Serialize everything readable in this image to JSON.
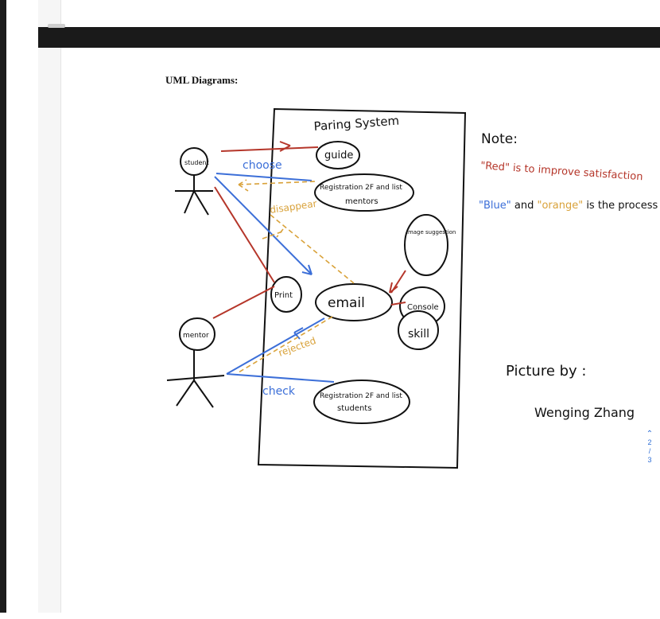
{
  "document": {
    "heading": "UML Diagrams:"
  },
  "diagram": {
    "system_title": "Paring System",
    "actors": [
      "student",
      "mentor"
    ],
    "use_cases": {
      "guide": "guide",
      "registration_mentors_line1": "Registration 2F and list",
      "registration_mentors_line2": "mentors",
      "email": "email",
      "print": "Print",
      "image_suggestion": "image suggestion",
      "console_skill_line1": "Console",
      "console_skill_line2": "skill",
      "registration_students_line1": "Registration 2F and list",
      "registration_students_line2": "students"
    },
    "edge_labels": {
      "choose": "choose",
      "disappear": "disappear",
      "rejected": "rejected",
      "check": "check"
    },
    "note": {
      "title": "Note:",
      "line_red_a": "\"Red\"",
      "line_red_b": " is to improve satisfaction",
      "line_blue": "\"Blue\"",
      "line_and": " and ",
      "line_orange": "\"orange\"",
      "line_rest": " is the process"
    },
    "credit": {
      "line1": "Picture by :",
      "line2": "Wenging Zhang"
    },
    "colors": {
      "ink": "#111111",
      "red": "#b5362a",
      "blue": "#3c6fd8",
      "orange": "#d9a23a"
    }
  },
  "pager": {
    "up_icon": "chevron-up-icon",
    "current": "2",
    "separator": "/",
    "total": "3"
  }
}
